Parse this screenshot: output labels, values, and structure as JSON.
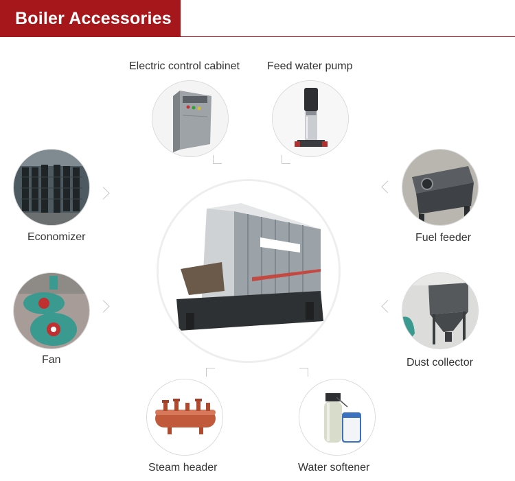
{
  "header": {
    "title": "Boiler Accessories"
  },
  "colors": {
    "brand": "#a5171a",
    "steel": "#7a8088",
    "teal": "#3a9a8f",
    "rust": "#c05a3a"
  },
  "accessories": [
    {
      "label": "Electric control cabinet",
      "icon": "control-cabinet-icon"
    },
    {
      "label": "Feed water pump",
      "icon": "water-pump-icon"
    },
    {
      "label": "Economizer",
      "icon": "economizer-icon"
    },
    {
      "label": "Fuel feeder",
      "icon": "fuel-feeder-icon"
    },
    {
      "label": "Fan",
      "icon": "fan-icon"
    },
    {
      "label": "Dust collector",
      "icon": "dust-collector-icon"
    },
    {
      "label": "Steam header",
      "icon": "steam-header-icon"
    },
    {
      "label": "Water softener",
      "icon": "water-softener-icon"
    }
  ],
  "center": {
    "icon": "boiler-icon"
  }
}
